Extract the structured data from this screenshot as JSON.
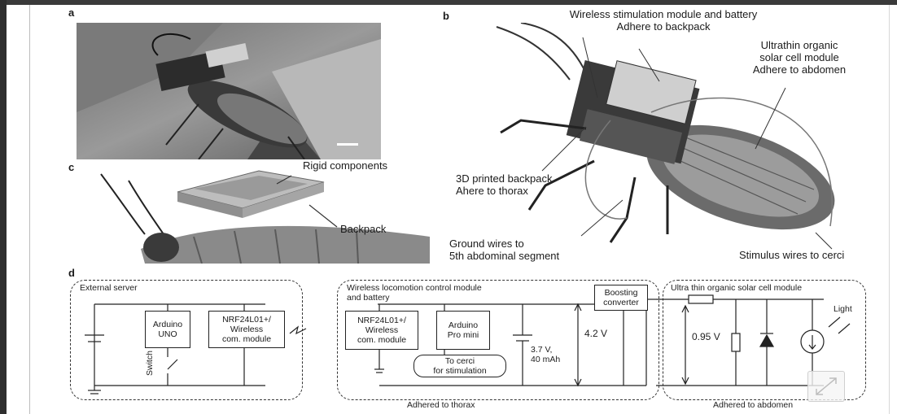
{
  "panels": {
    "a": "a",
    "b": "b",
    "c": "c",
    "d": "d"
  },
  "panel_b": {
    "wireless_module": "Wireless stimulation module and battery\nAdhere to backpack",
    "solar_module": "Ultrathin organic\nsolar cell module\nAdhere to abdomen",
    "printed_backpack": "3D printed backpack\nAhere to thorax",
    "ground_wires": "Ground wires to\n5th abdominal segment",
    "stimulus_wires": "Stimulus wires to cerci"
  },
  "panel_c": {
    "rigid": "Rigid components",
    "backpack": "Backpack"
  },
  "panel_d": {
    "external_server": "External server",
    "arduino_uno": "Arduino\nUNO",
    "nrf_left": "NRF24L01+/\nWireless\ncom. module",
    "switch": "Switch",
    "control_module": "Wireless locomotion control module\nand battery",
    "nrf_right": "NRF24L01+/\nWireless\ncom. module",
    "arduino_pro": "Arduino\nPro mini",
    "to_cerci": "To cerci\nfor stimulation",
    "battery": "3.7 V,\n40 mAh",
    "v42": "4.2 V",
    "boost": "Boosting\nconverter",
    "solar_title": "Ultra thin organic solar cell module",
    "v095": "0.95 V",
    "light": "Light",
    "adhered_thorax": "Adhered to thorax",
    "adhered_abdomen": "Adhered to abdomen"
  }
}
